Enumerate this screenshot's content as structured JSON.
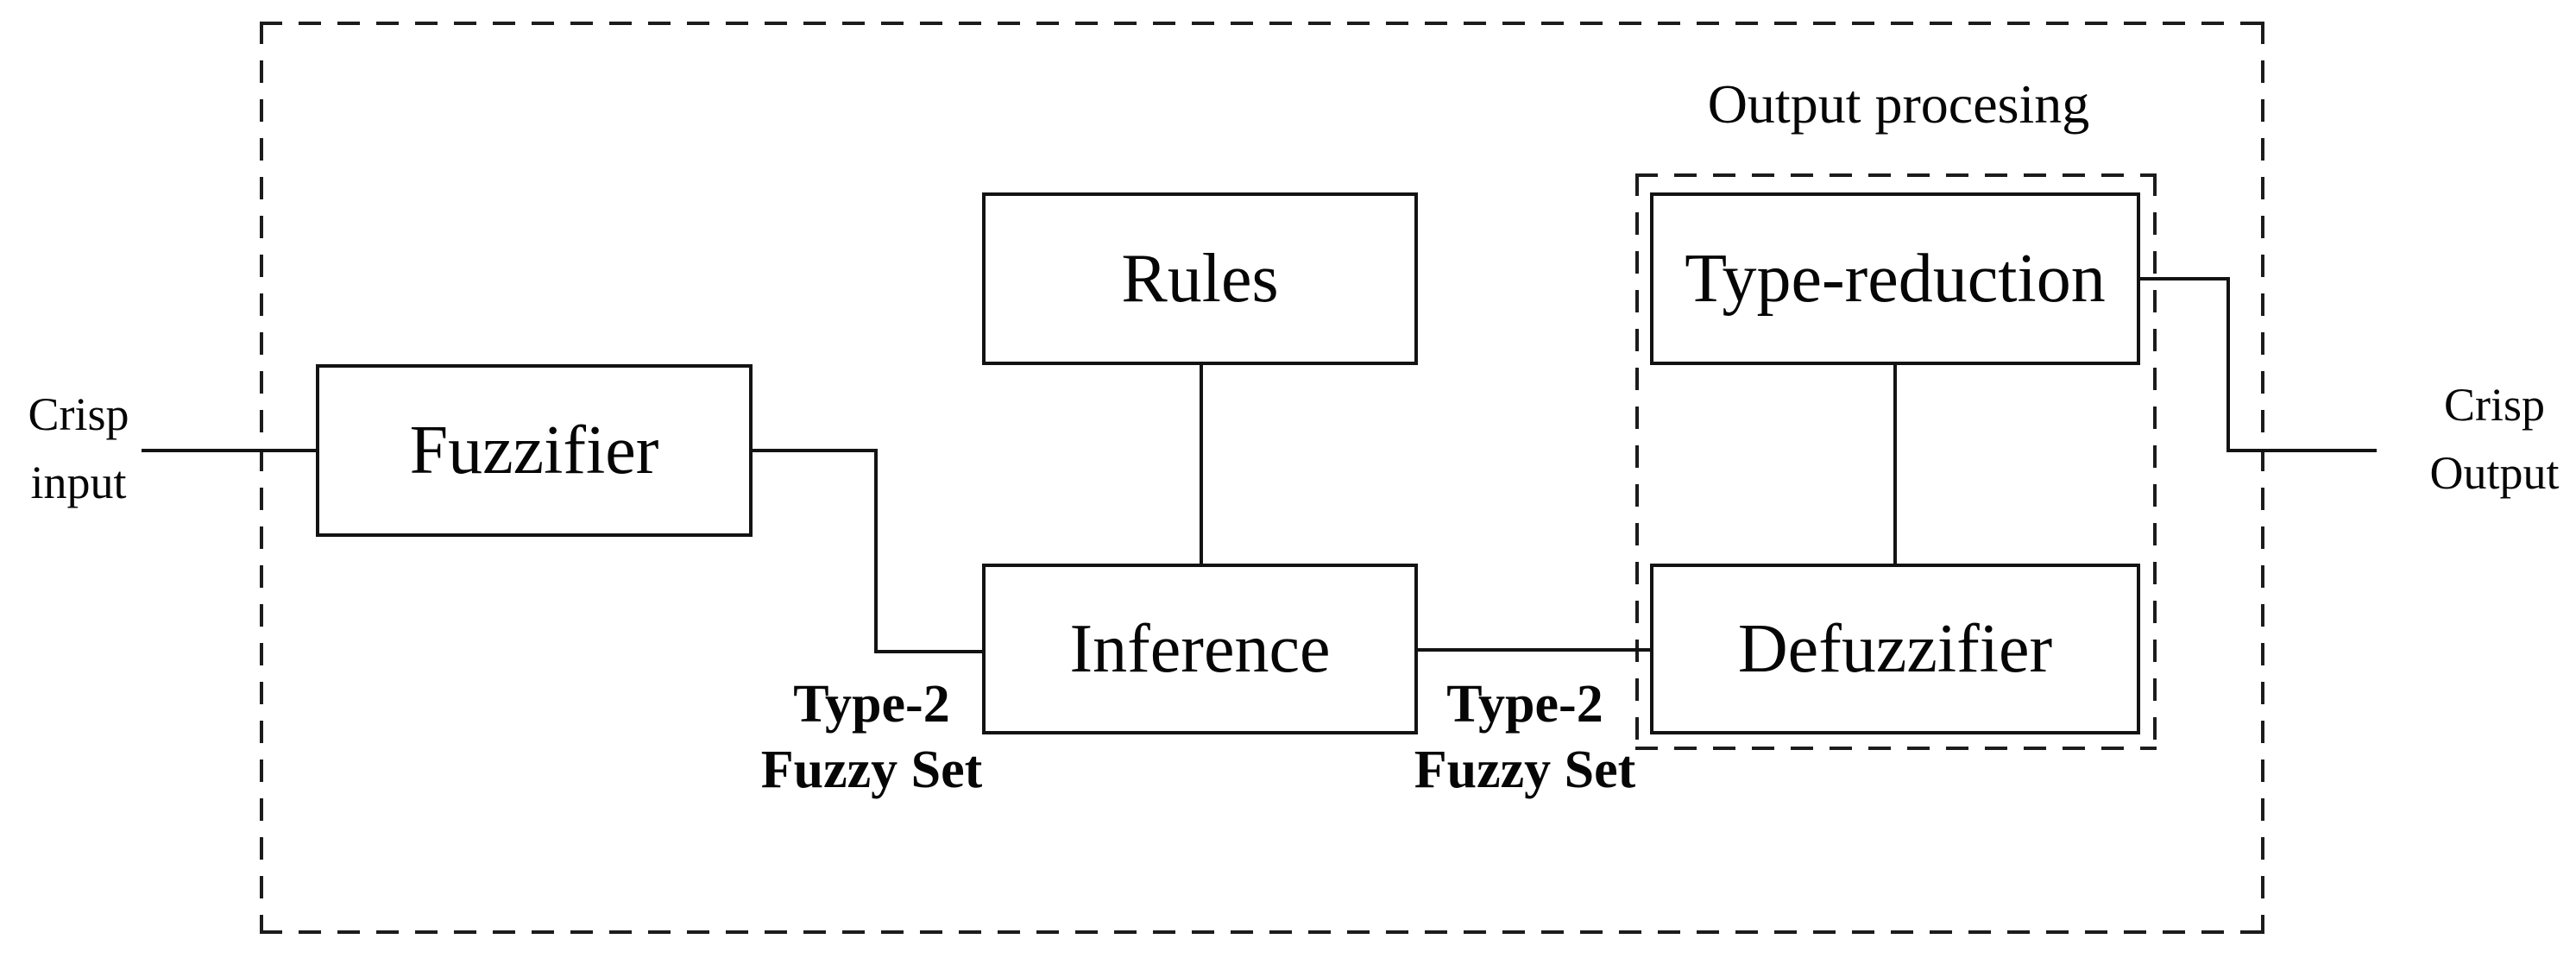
{
  "diagram": {
    "description": "Type-2 fuzzy logic system block diagram",
    "blocks": {
      "fuzzifier": "Fuzzifier",
      "rules": "Rules",
      "inference": "Inference",
      "type_reduction": "Type-reduction",
      "defuzzifier": "Defuzzifier"
    },
    "io": {
      "crisp_input": [
        "Crisp",
        "input"
      ],
      "crisp_output": [
        "Crisp",
        "Output"
      ]
    },
    "annotations": {
      "output_processing": "Output procesing",
      "type2_left": [
        "Type-2",
        "Fuzzy Set"
      ],
      "type2_right": [
        "Type-2",
        "Fuzzy Set"
      ]
    },
    "colors": {
      "line": "#131313",
      "dashed_border": "#1c1c1c",
      "background": "#ffffff",
      "text": "#060606"
    }
  }
}
